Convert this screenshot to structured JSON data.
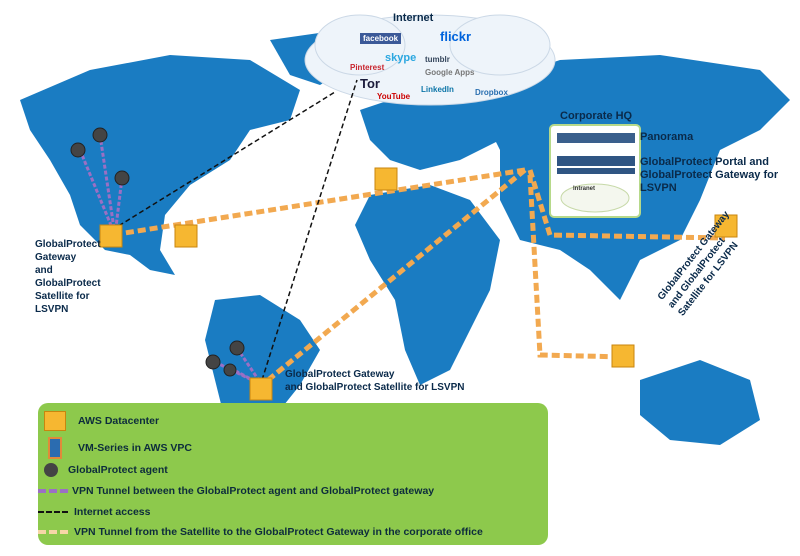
{
  "internet": {
    "title": "Internet",
    "logos": [
      "facebook",
      "flickr",
      "skype",
      "tumblr",
      "Pinterest",
      "Tor",
      "Google Apps",
      "LinkedIn",
      "YouTube",
      "Dropbox"
    ]
  },
  "hq": {
    "title": "Corporate HQ",
    "panorama": "Panorama",
    "portal_line1": "GlobalProtect Portal and",
    "portal_line2": "GlobalProtect Gateway  for",
    "portal_line3": "LSVPN",
    "intranet": "Intranet"
  },
  "labels": {
    "na": [
      "GlobalProtect",
      "Gateway",
      "and",
      "GlobalProtect",
      "Satellite for",
      "LSVPN"
    ],
    "sa_line1": "GlobalProtect Gateway",
    "sa_line2": "and GlobalProtect Satellite for LSVPN",
    "asia": [
      "GlobalProtect Gateway",
      "and GlobalProtect",
      "Satellite for LSVPN"
    ]
  },
  "legend": {
    "items": [
      "AWS Datacenter",
      "VM-Series in AWS VPC",
      "GlobalProtect agent",
      "VPN Tunnel between the GlobalProtect agent and GlobalProtect gateway",
      "Internet access",
      "VPN Tunnel from the Satellite to the GlobalProtect Gateway  in the corporate office"
    ]
  },
  "colors": {
    "land": "#1a7cc2",
    "legend": "#8dc94c",
    "tunnel": "#f2a950",
    "agent_tunnel": "#9b6fc4",
    "datacenter": "#f6b731"
  }
}
